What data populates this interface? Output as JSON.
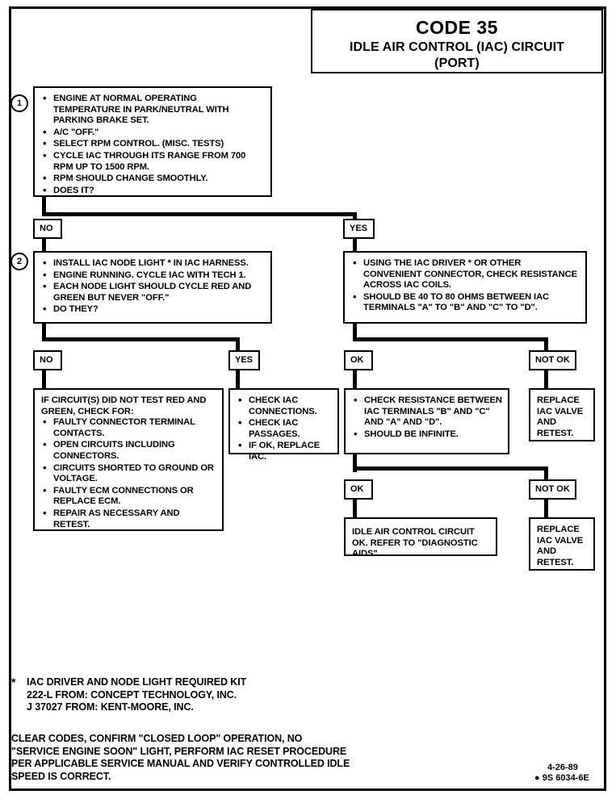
{
  "title": {
    "code": "CODE 35",
    "subtitle_line1": "IDLE AIR CONTROL (IAC) CIRCUIT",
    "subtitle_line2": "(PORT)"
  },
  "steps": {
    "one": "1",
    "two": "2"
  },
  "box1": {
    "items": [
      "ENGINE AT NORMAL OPERATING TEMPERATURE IN PARK/NEUTRAL WITH PARKING BRAKE SET.",
      "A/C \"OFF.\"",
      "SELECT RPM CONTROL.  (MISC. TESTS)",
      "CYCLE IAC THROUGH ITS RANGE FROM 700 RPM UP TO 1500 RPM.",
      "RPM SHOULD CHANGE SMOOTHLY."
    ],
    "tail": "DOES IT?"
  },
  "box2": {
    "items": [
      "INSTALL IAC NODE LIGHT * IN IAC HARNESS.",
      "ENGINE RUNNING.  CYCLE IAC WITH TECH 1.",
      "EACH NODE LIGHT SHOULD CYCLE RED AND GREEN BUT NEVER \"OFF.\""
    ],
    "tail": "DO THEY?"
  },
  "box_yes_right": {
    "items": [
      "USING THE IAC DRIVER * OR OTHER CONVENIENT CONNECTOR, CHECK RESISTANCE ACROSS IAC COILS.",
      "SHOULD BE 40 TO 80 OHMS BETWEEN IAC TERMINALS \"A\" TO \"B\" AND \"C\" TO \"D\"."
    ]
  },
  "box_no_left": {
    "heading": "IF CIRCUIT(S) DID NOT TEST RED AND GREEN, CHECK FOR:",
    "items": [
      "FAULTY CONNECTOR TERMINAL CONTACTS.",
      "OPEN CIRCUITS INCLUDING CONNECTORS.",
      "CIRCUITS SHORTED TO GROUND OR VOLTAGE.",
      "FAULTY ECM CONNECTIONS OR REPLACE ECM."
    ],
    "tail": "REPAIR AS NECESSARY AND RETEST."
  },
  "box_yes_mid": {
    "items": [
      "CHECK IAC CONNECTIONS.",
      "CHECK IAC PASSAGES.",
      "IF OK, REPLACE IAC."
    ]
  },
  "box_ok_mid": {
    "items": [
      "CHECK RESISTANCE BETWEEN IAC TERMINALS \"B\" AND \"C\" AND \"A\" AND \"D\".",
      "SHOULD BE INFINITE."
    ]
  },
  "box_notok_upper": {
    "text": "REPLACE IAC VALVE AND RETEST."
  },
  "box_ok_lower": {
    "text": "IDLE AIR CONTROL CIRCUIT OK. REFER TO \"DIAGNOSTIC AIDS\"."
  },
  "box_notok_lower": {
    "text": "REPLACE IAC VALVE AND RETEST."
  },
  "labels": {
    "no_1": "NO",
    "yes_1": "YES",
    "no_2": "NO",
    "yes_2": "YES",
    "ok_1": "OK",
    "notok_1": "NOT OK",
    "ok_2": "OK",
    "notok_2": "NOT OK"
  },
  "footnote": {
    "star": "*",
    "text": "IAC DRIVER AND NODE LIGHT REQUIRED KIT\n222-L FROM:  CONCEPT TECHNOLOGY, INC.\nJ 37027 FROM:  KENT-MOORE, INC."
  },
  "bottom_note": {
    "text": "CLEAR CODES, CONFIRM \"CLOSED LOOP\" OPERATION, NO\n\"SERVICE ENGINE SOON\" LIGHT, PERFORM IAC RESET PROCEDURE\nPER APPLICABLE SERVICE MANUAL AND VERIFY CONTROLLED IDLE\nSPEED IS CORRECT."
  },
  "footer": {
    "date": "4-26-89",
    "doc_code": "● 9S 6034-6E"
  },
  "colors": {
    "ink": "#000000",
    "paper": "#ffffff"
  }
}
